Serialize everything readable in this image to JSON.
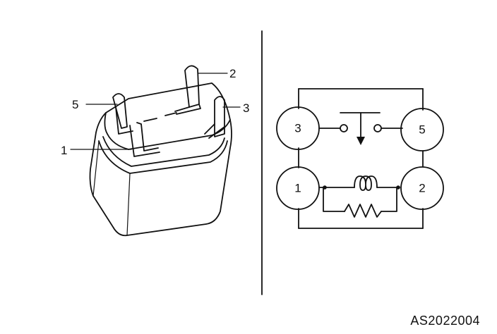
{
  "pin_labels": {
    "pin_5": "5",
    "pin_2": "2",
    "pin_3": "3",
    "pin_1": "1"
  },
  "circuit_terminals": {
    "t3": "3",
    "t5": "5",
    "t1": "1",
    "t2": "2"
  },
  "figure_code": "AS2022004",
  "colors": {
    "ink": "#111111",
    "background": "#ffffff"
  }
}
